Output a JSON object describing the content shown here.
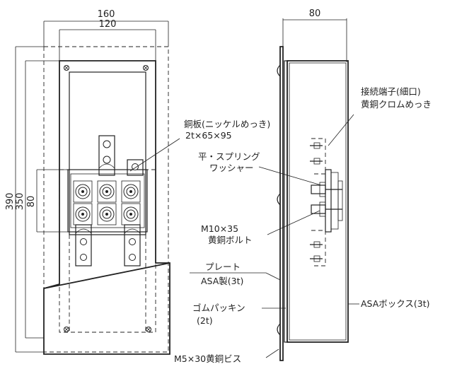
{
  "dimensions": {
    "width_outer": "160",
    "width_inner": "120",
    "height_outer": "390",
    "height_mid": "350",
    "height_plate": "80",
    "depth": "80"
  },
  "labels": {
    "copper_plate_line1": "銅板(ニッケルめっき)",
    "copper_plate_line2": "2t×65×95",
    "terminal_line1": "接続端子(細口)",
    "terminal_line2": "黄銅クロムめっき",
    "washer_line1": "平・スプリング",
    "washer_line2": "ワッシャー",
    "bolt_line1": "M10×35",
    "bolt_line2": "黄銅ボルト",
    "plate_line1": "プレート",
    "plate_line2": "ASA製(3t)",
    "gasket_line1": "ゴムパッキン",
    "gasket_line2": "(2t)",
    "screw": "M5×30黄銅ビス",
    "box": "ASAボックス(3t)"
  }
}
